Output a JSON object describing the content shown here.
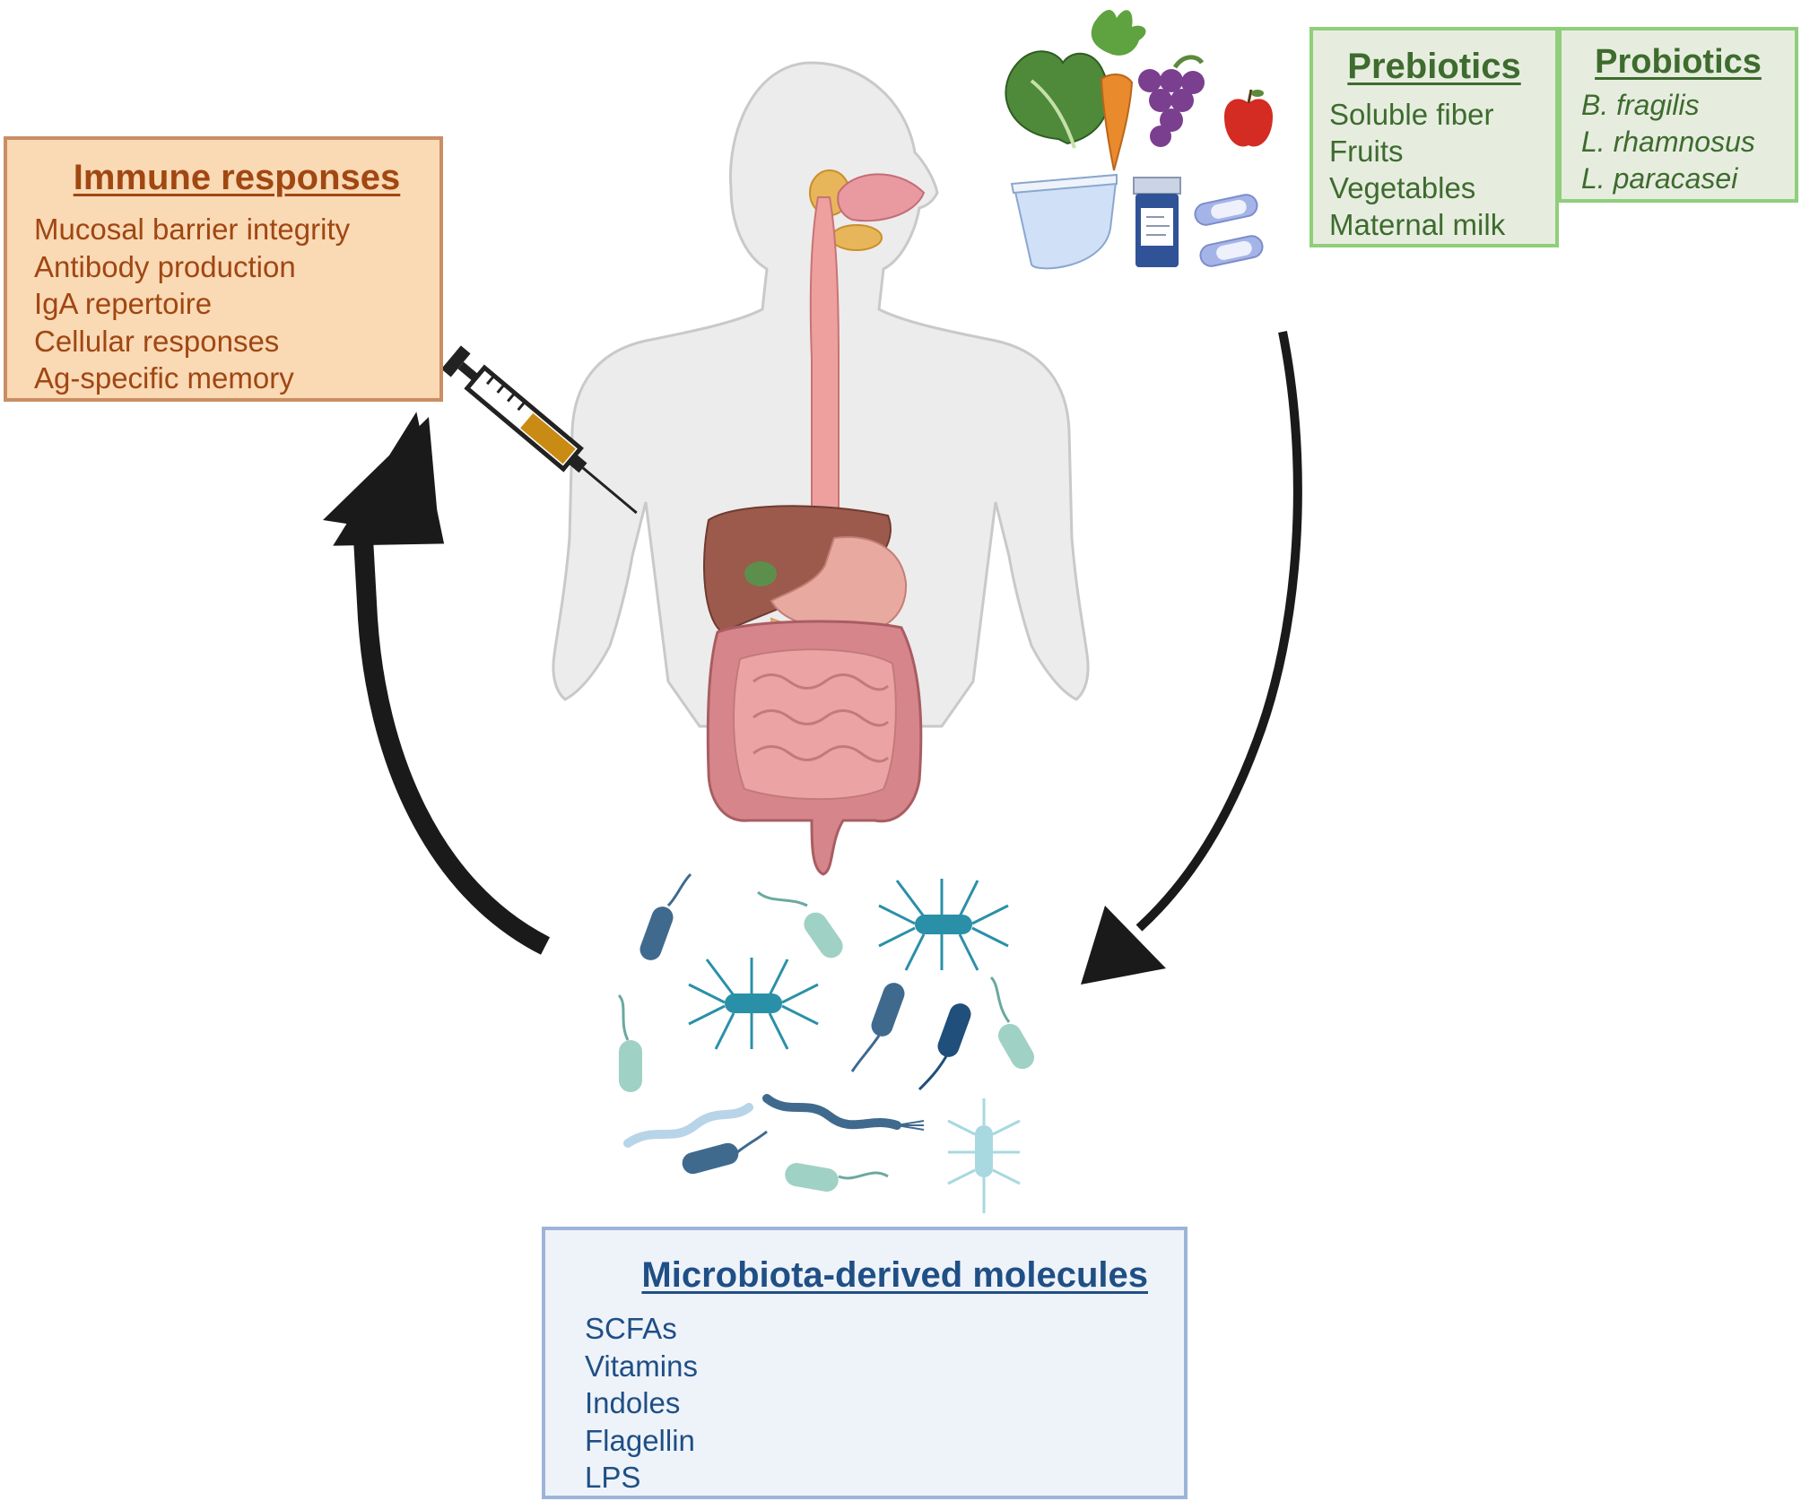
{
  "immune": {
    "title": "Immune responses",
    "items": [
      "Mucosal barrier integrity",
      "Antibody production",
      "IgA repertoire",
      "Cellular responses",
      "Ag-specific memory"
    ]
  },
  "prebiotics": {
    "title": "Prebiotics",
    "items": [
      "Soluble fiber",
      "Fruits",
      "Vegetables",
      "Maternal milk"
    ]
  },
  "probiotics": {
    "title": "Probiotics",
    "items": [
      "B. fragilis",
      "L. rhamnosus",
      "L. paracasei"
    ]
  },
  "microbiota": {
    "title": "Microbiota-derived molecules",
    "items": [
      "SCFAs",
      "Vitamins",
      "Indoles",
      "Flagellin",
      "LPS"
    ]
  },
  "colors": {
    "immune_text": "#a04712",
    "immune_fill": "#fad9b5",
    "biotic_text": "#3e6b2e",
    "biotic_border": "#8fce7b",
    "microbiota_text": "#1f4f85",
    "microbiota_border": "#9db4d8",
    "arrow": "#1a1a1a"
  },
  "icons": [
    "human-body-icon",
    "digestive-tract-icon",
    "syringe-icon",
    "lettuce-icon",
    "carrot-icon",
    "grapes-icon",
    "apple-icon",
    "yogurt-icon",
    "pill-bottle-icon",
    "capsule-icon",
    "bacteria-icon"
  ]
}
